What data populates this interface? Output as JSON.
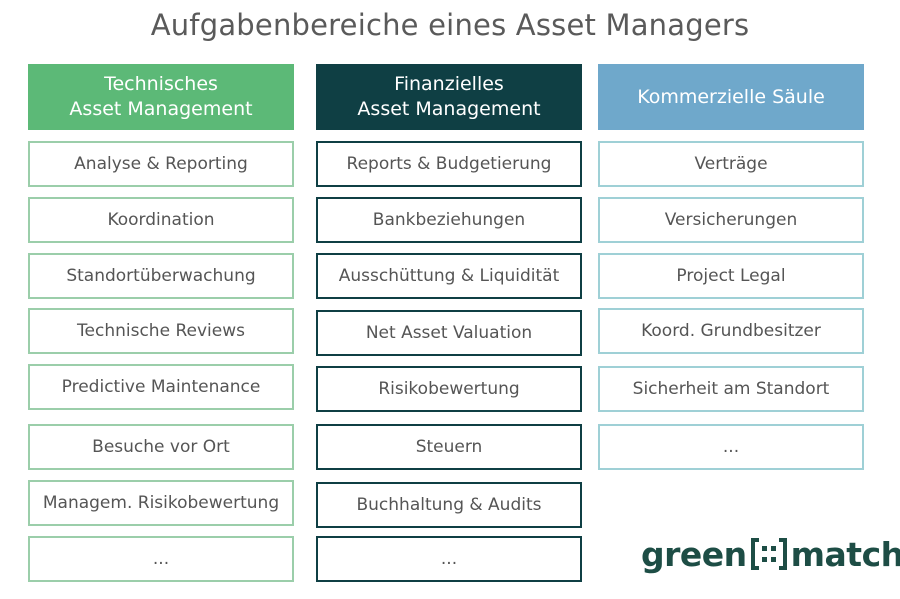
{
  "title": "Aufgabenbereiche eines Asset Managers",
  "colors": {
    "technical": "#5cb977",
    "technical_border": "#9bceaa",
    "financial": "#0f3f44",
    "financial_border": "#0f3f44",
    "commercial": "#6fa8cb",
    "commercial_border": "#9fd0d6",
    "logo": "#1d4d45"
  },
  "columns": [
    {
      "header": "Technisches\nAsset Management",
      "items": [
        "Analyse & Reporting",
        "Koordination",
        "Standortüberwachung",
        "Technische Reviews",
        "Predictive Maintenance",
        "Besuche vor Ort",
        "Managem. Risikobewertung",
        "..."
      ]
    },
    {
      "header": "Finanzielles\nAsset Management",
      "items": [
        "Reports & Budgetierung",
        "Bankbeziehungen",
        "Ausschüttung & Liquidität",
        "Net Asset Valuation",
        "Risikobewertung",
        "Steuern",
        "Buchhaltung & Audits",
        "..."
      ]
    },
    {
      "header": "Kommerzielle Säule",
      "items": [
        "Verträge",
        "Versicherungen",
        "Project Legal",
        "Koord. Grundbesitzer",
        "Sicherheit am Standort",
        "..."
      ]
    }
  ],
  "logo": {
    "left_text": "green",
    "right_text": "match"
  }
}
